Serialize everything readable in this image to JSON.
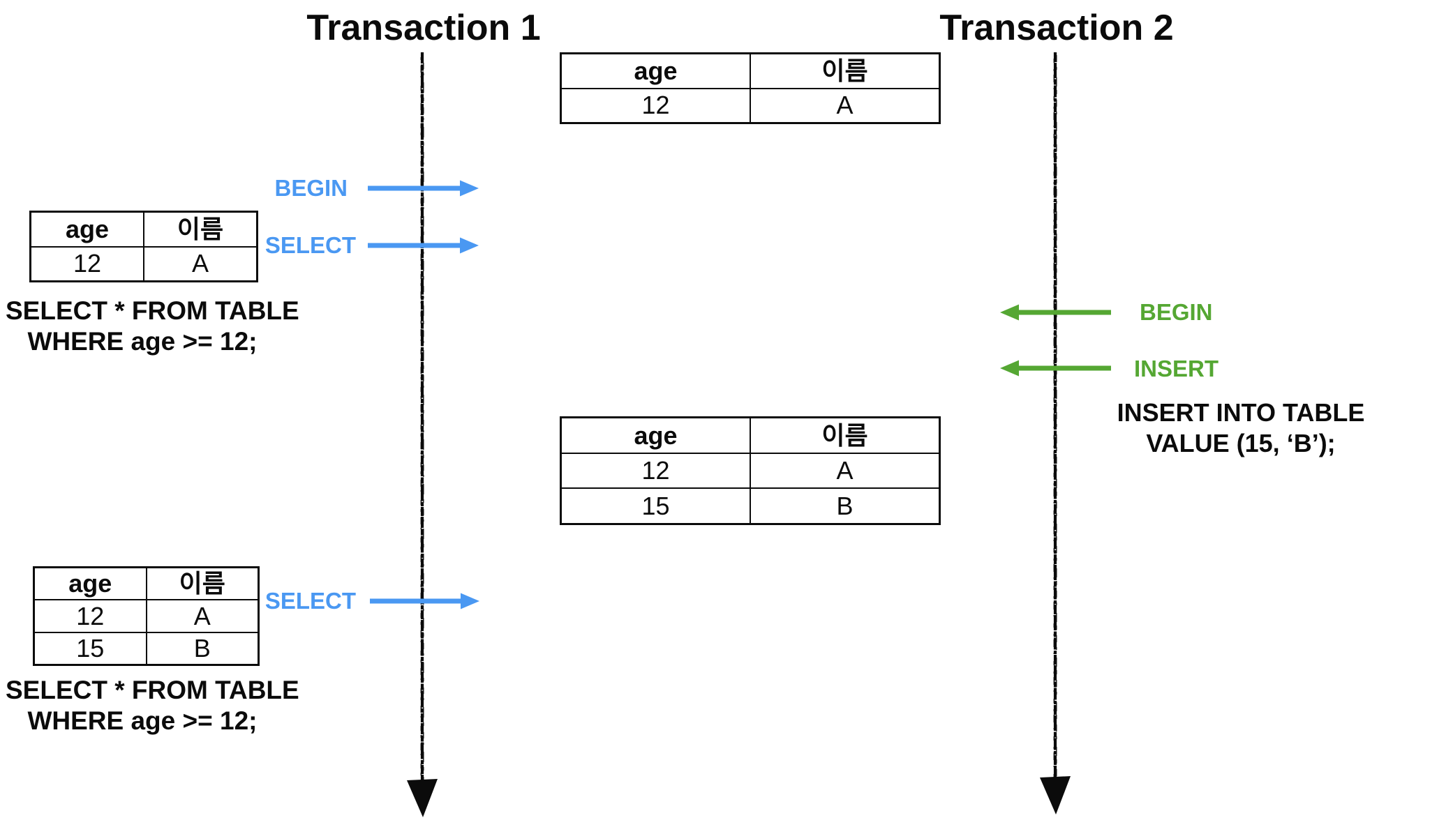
{
  "colors": {
    "blue": "#4A98F2",
    "green": "#55A733",
    "ink": "#0B0B0B",
    "bg": "#FFFFFF"
  },
  "transaction1": {
    "title": "Transaction 1",
    "begin_label": "BEGIN",
    "select_label_1": "SELECT",
    "select_label_2": "SELECT"
  },
  "transaction2": {
    "title": "Transaction 2",
    "begin_label": "BEGIN",
    "insert_label": "INSERT"
  },
  "sql": {
    "select_query_1": {
      "line1": "SELECT * FROM TABLE",
      "line2": "WHERE age >= 12;"
    },
    "select_query_2": {
      "line1": "SELECT * FROM TABLE",
      "line2": "WHERE age >= 12;"
    },
    "insert_query": {
      "line1": "INSERT INTO TABLE",
      "line2": "VALUE (15, ‘B’);"
    }
  },
  "tables": {
    "initial_state": {
      "headers": [
        "age",
        "이름"
      ],
      "rows": [
        [
          "12",
          "A"
        ]
      ]
    },
    "t1_first_select_result": {
      "headers": [
        "age",
        "이름"
      ],
      "rows": [
        [
          "12",
          "A"
        ]
      ]
    },
    "after_insert_state": {
      "headers": [
        "age",
        "이름"
      ],
      "rows": [
        [
          "12",
          "A"
        ],
        [
          "15",
          "B"
        ]
      ]
    },
    "t1_second_select_result": {
      "headers": [
        "age",
        "이름"
      ],
      "rows": [
        [
          "12",
          "A"
        ],
        [
          "15",
          "B"
        ]
      ]
    }
  }
}
